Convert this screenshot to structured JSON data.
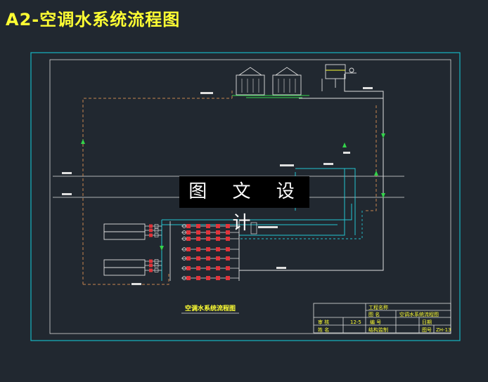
{
  "title": "A2-空调水系统流程图",
  "watermark": "图 文 设 计",
  "drawing_caption": "空调水系统流程图",
  "title_block": {
    "project_label": "工程名称",
    "drawing_name_label": "图 名",
    "drawing_name_value": "空调水系统流程图",
    "review_label": "审 核",
    "review_value": "12-5",
    "drawing_no_label": "编 号",
    "date_label": "日期",
    "name_label": "姓 名",
    "designer_label": "结构监制",
    "sheet_label": "图号",
    "sheet_value": "ZH-13"
  },
  "colors": {
    "background": "#212830",
    "frame": "#17b6c4",
    "inner_frame": "#d8d8d8",
    "pipe_supply": "#e0e0e0",
    "pipe_return": "#c88650",
    "pipe_cyan": "#23c3d0",
    "valve_red": "#e0333a",
    "arrow_green": "#33d44a",
    "heading": "#ffff33"
  }
}
